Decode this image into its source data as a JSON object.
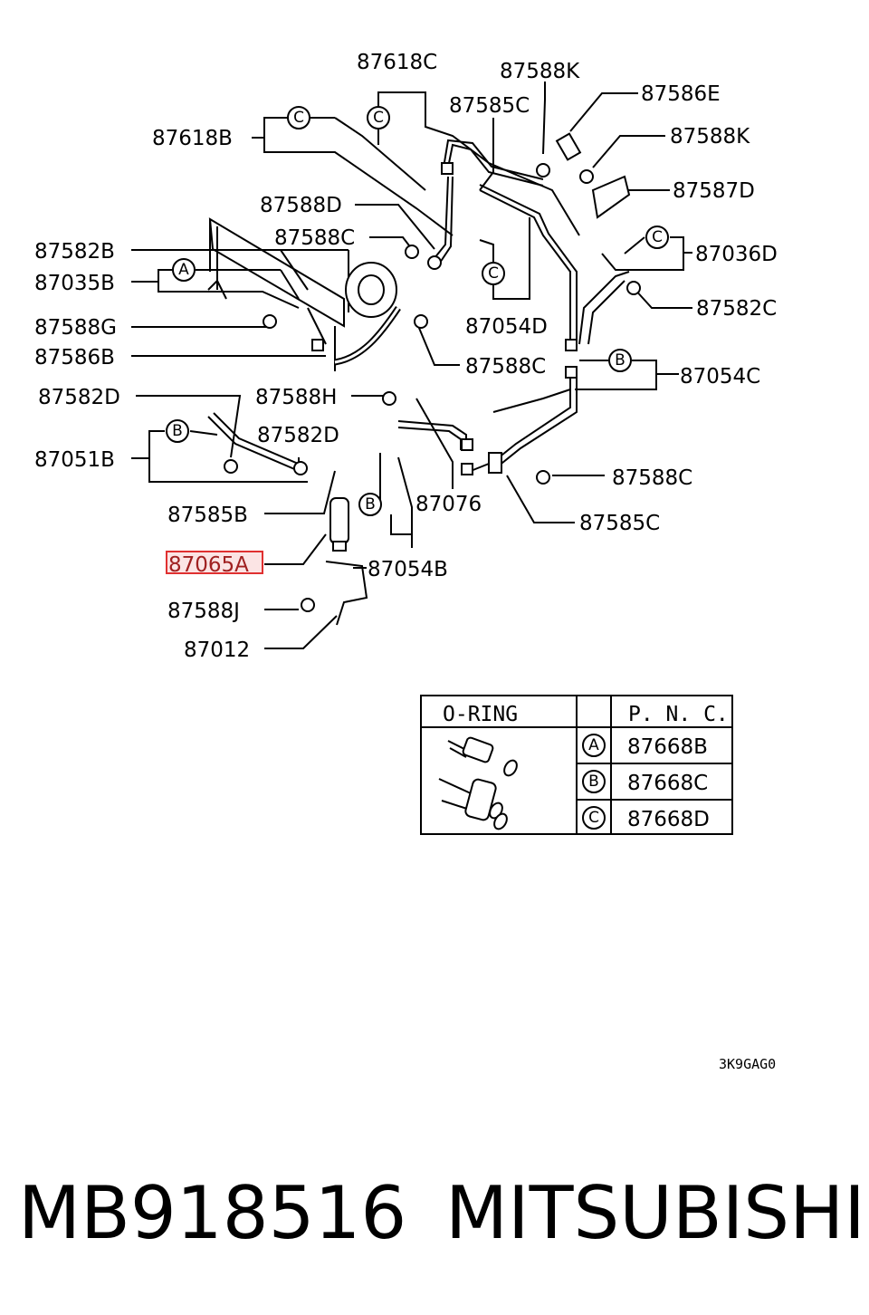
{
  "diagram": {
    "labels": {
      "l87618C": "87618C",
      "l87588K_top": "87588K",
      "l87586E": "87586E",
      "l87585C_top": "87585C",
      "l87618B": "87618B",
      "l87588K_right": "87588K",
      "l87588D": "87588D",
      "l87587D": "87587D",
      "l87588C_upper": "87588C",
      "l87582B": "87582B",
      "l87036D": "87036D",
      "l87035B": "87035B",
      "l87582C": "87582C",
      "l87588G": "87588G",
      "l87054D": "87054D",
      "l87586B": "87586B",
      "l87588C_mid": "87588C",
      "l87054C": "87054C",
      "l87582D_left": "87582D",
      "l87588H": "87588H",
      "l87582D_mid": "87582D",
      "l87051B": "87051B",
      "l87588C_right": "87588C",
      "l87076": "87076",
      "l87585B": "87585B",
      "l87585C_bottom": "87585C",
      "l87065A": "87065A",
      "l87054B": "87054B",
      "l87588J": "87588J",
      "l87012": "87012"
    },
    "callouts": {
      "c1": "C",
      "c2": "C",
      "c3": "C",
      "c4": "C",
      "a1": "A",
      "b1": "B",
      "b2": "B",
      "b3": "B"
    },
    "highlight_color": "#e03030",
    "drawing_code": "3K9GAG0"
  },
  "oring_table": {
    "header_left": "O-RING",
    "header_right": "P. N. C.",
    "rows": [
      {
        "letter": "A",
        "pnc": "87668B"
      },
      {
        "letter": "B",
        "pnc": "87668C"
      },
      {
        "letter": "C",
        "pnc": "87668D"
      }
    ]
  },
  "footer": {
    "part_number": "MB918516",
    "brand": "MITSUBISHI"
  }
}
